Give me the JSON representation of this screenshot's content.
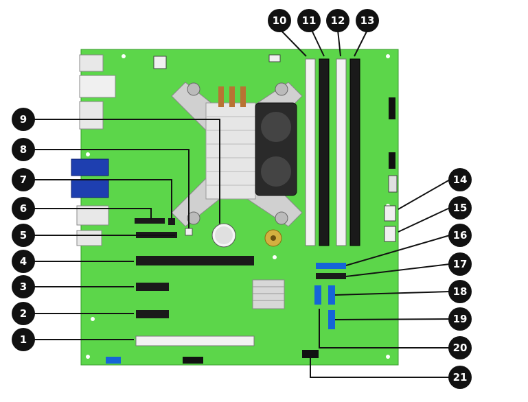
{
  "diagram": {
    "colors": {
      "board": "#5cd64a",
      "board_edge": "#3a9a2e",
      "callout": "#111111",
      "callout_text": "#ffffff",
      "sata": "#1565d8",
      "dimm_white": "#f2f2f2",
      "dimm_black": "#1a1a1a"
    },
    "callouts": [
      {
        "id": "1",
        "label": "1"
      },
      {
        "id": "2",
        "label": "2"
      },
      {
        "id": "3",
        "label": "3"
      },
      {
        "id": "4",
        "label": "4"
      },
      {
        "id": "5",
        "label": "5"
      },
      {
        "id": "6",
        "label": "6"
      },
      {
        "id": "7",
        "label": "7"
      },
      {
        "id": "8",
        "label": "8"
      },
      {
        "id": "9",
        "label": "9"
      },
      {
        "id": "10",
        "label": "10"
      },
      {
        "id": "11",
        "label": "11"
      },
      {
        "id": "12",
        "label": "12"
      },
      {
        "id": "13",
        "label": "13"
      },
      {
        "id": "14",
        "label": "14"
      },
      {
        "id": "15",
        "label": "15"
      },
      {
        "id": "16",
        "label": "16"
      },
      {
        "id": "17",
        "label": "17"
      },
      {
        "id": "18",
        "label": "18"
      },
      {
        "id": "19",
        "label": "19"
      },
      {
        "id": "20",
        "label": "20"
      },
      {
        "id": "21",
        "label": "21"
      }
    ]
  }
}
